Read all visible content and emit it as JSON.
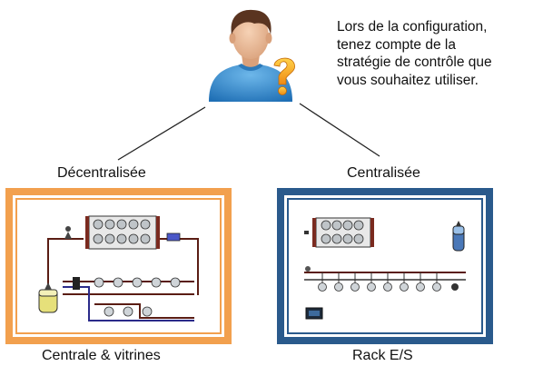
{
  "note": {
    "lines": [
      "Lors de la configuration,",
      "tenez compte de la",
      "stratégie de contrôle que",
      "vous souhaitez utiliser."
    ]
  },
  "branches": {
    "left": {
      "heading": "Décentralisée",
      "caption": "Centrale & vitrines"
    },
    "right": {
      "heading": "Centralisée",
      "caption": "Rack E/S"
    }
  },
  "colors": {
    "left_frame": "#f2a04e",
    "right_frame": "#2a5a8c",
    "question_mark": "#f5a623",
    "person_shirt": "#3c8fd0"
  },
  "icons": {
    "user": "user-question-icon"
  }
}
